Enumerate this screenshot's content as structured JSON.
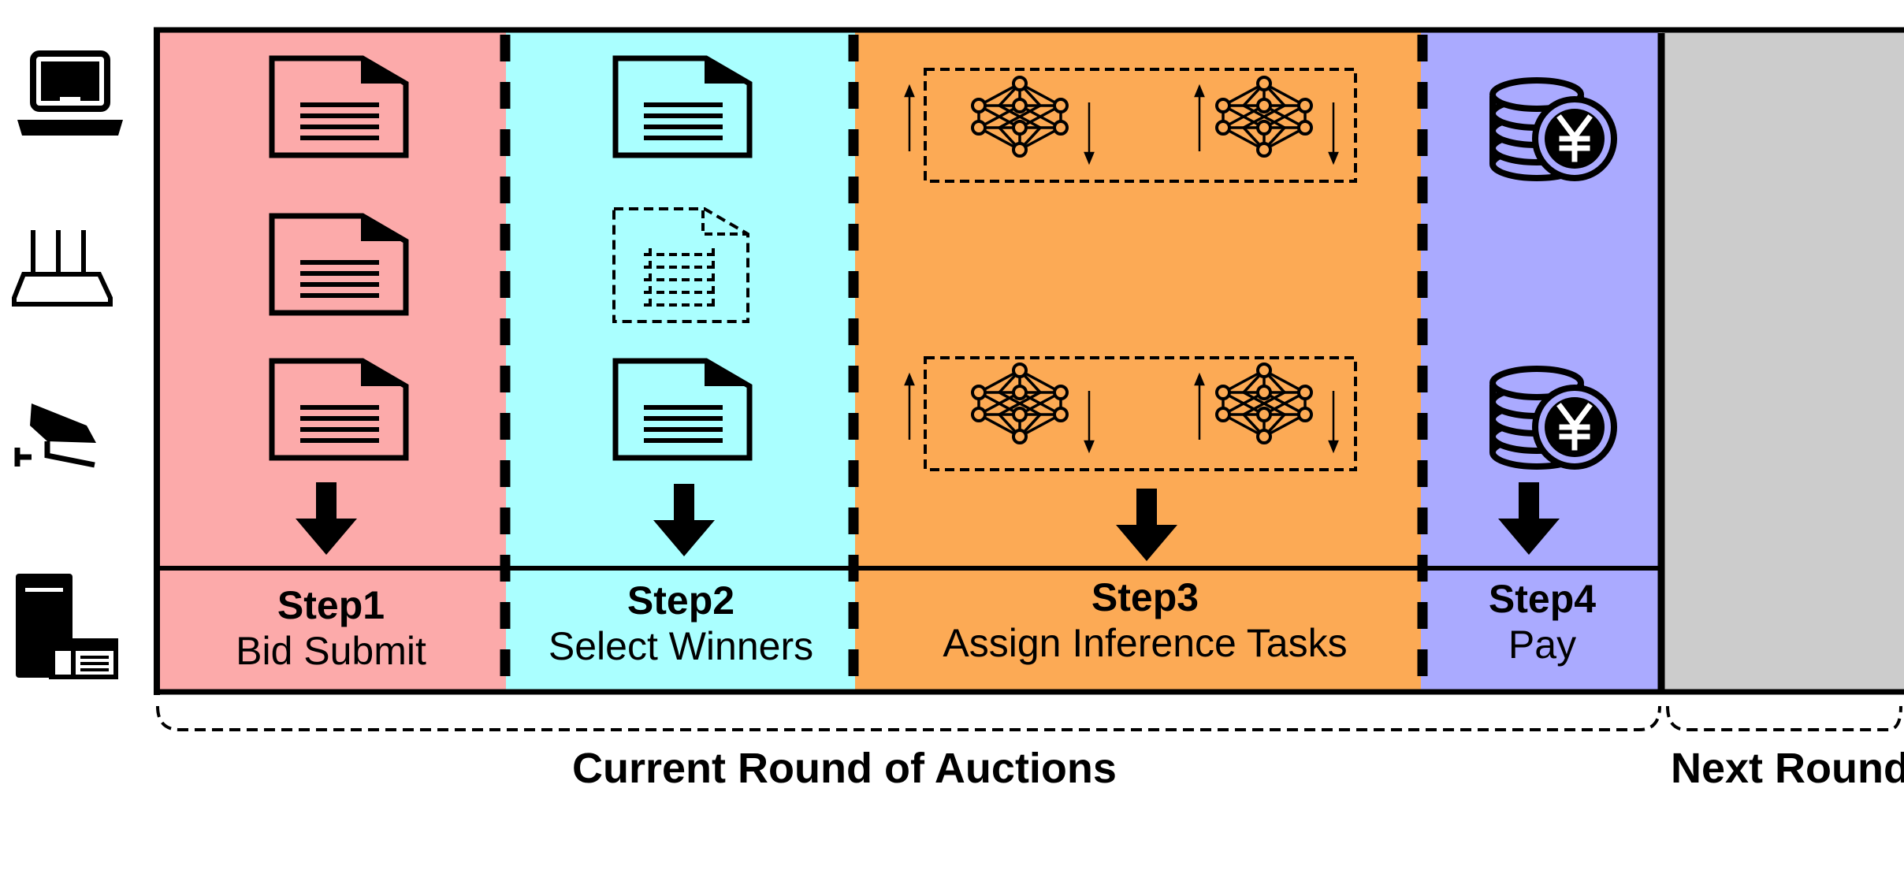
{
  "colors": {
    "step1_bg": "#fcaaaa",
    "step2_bg": "#aaffff",
    "step3_bg": "#fcaa55",
    "step4_bg": "#aaaaff",
    "next_round_bg": "#cccccc",
    "outline": "#000000"
  },
  "devices": [
    "laptop-icon",
    "router-icon",
    "camera-icon",
    "server-icon"
  ],
  "steps": [
    {
      "title": "Step1",
      "subtitle": "Bid Submit",
      "icons": [
        "document-icon",
        "document-icon",
        "document-icon"
      ]
    },
    {
      "title": "Step2",
      "subtitle": "Select Winners",
      "icons": [
        "document-icon",
        "dashed-document-icon",
        "document-icon"
      ]
    },
    {
      "title": "Step3",
      "subtitle": "Assign Inference Tasks",
      "icons": [
        "neural-network-icon",
        "neural-network-icon",
        "neural-network-icon",
        "neural-network-icon"
      ]
    },
    {
      "title": "Step4",
      "subtitle": "Pay",
      "icons": [
        "yen-coins-icon",
        "yen-coins-icon"
      ]
    }
  ],
  "round_labels": {
    "current": "Current Round of Auctions",
    "next": "Next Round"
  }
}
